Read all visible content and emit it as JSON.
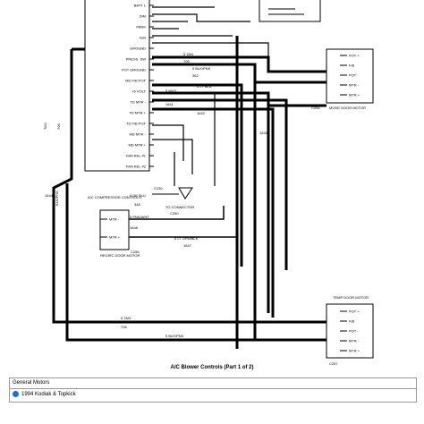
{
  "module_pins": [
    {
      "label": "BATT 1"
    },
    {
      "label": "DIM"
    },
    {
      "label": "PARK"
    },
    {
      "label": "IGN"
    },
    {
      "label": "GROUND"
    },
    {
      "label": "PRESS. SW"
    },
    {
      "label": "POT GROUND"
    },
    {
      "label": "MD F/B POT"
    },
    {
      "label": "+5 VOLT"
    },
    {
      "label": "TD MTR -"
    },
    {
      "label": "TD MTR +"
    },
    {
      "label": "TD F/B POT"
    },
    {
      "label": "MD MTR -"
    },
    {
      "label": "MD MTR +"
    },
    {
      "label": "FAN REL #1"
    },
    {
      "label": "FAN REL #2"
    }
  ],
  "wires": [
    {
      "label": "5 TAN"
    },
    {
      "label": "706"
    },
    {
      "label": "5 BLK/PNK"
    },
    {
      "label": "362"
    },
    {
      "label": "5 WHT"
    },
    {
      "label": "1641"
    },
    {
      "label": "5 LT BLU"
    },
    {
      "label": "1642"
    },
    {
      "label": "5 PNK/WHT"
    },
    {
      "label": "1648"
    },
    {
      "label": "5 LT GRN/BLK"
    },
    {
      "label": "1647"
    },
    {
      "label": "5 DK BLU"
    },
    {
      "label": "348"
    },
    {
      "label": "1643"
    },
    {
      "label": "1644"
    }
  ],
  "left_wire": {
    "color": "TAN",
    "circuit": "706",
    "gauge": "5",
    "lower": "BLK/PNK",
    "lower_circuit": "1644"
  },
  "mode_connector": {
    "pins": [
      "POT +",
      "F/B",
      "POT -",
      "MTR -",
      "MTR +"
    ],
    "id": "C254",
    "name": "MODE DOOR MOTOR"
  },
  "temp_connector": {
    "pins": [
      "POT +",
      "F/B",
      "POT -",
      "MTR -",
      "MTR +"
    ],
    "id": "C257",
    "name": "TEMP DOOR MOTOR"
  },
  "recirc": {
    "pins": [
      "MTR -",
      "MTR +"
    ],
    "id": "C256",
    "name": "RECIRC DOOR MOTOR"
  },
  "compressor_label": "A/C COMPRESSOR CONTROLS",
  "to_connector": "TO CONNECTOR",
  "connector_ids": [
    "C230",
    "C250",
    "C254"
  ],
  "caption": "A/C Blower Controls (Part 1 of 2)",
  "footer": {
    "manufacturer": "General Motors",
    "model": "1994 Kodiak & Topkick"
  },
  "colors": {
    "wire": "#000000",
    "globe": "#1f6fd1",
    "border": "#9a9a9a"
  }
}
